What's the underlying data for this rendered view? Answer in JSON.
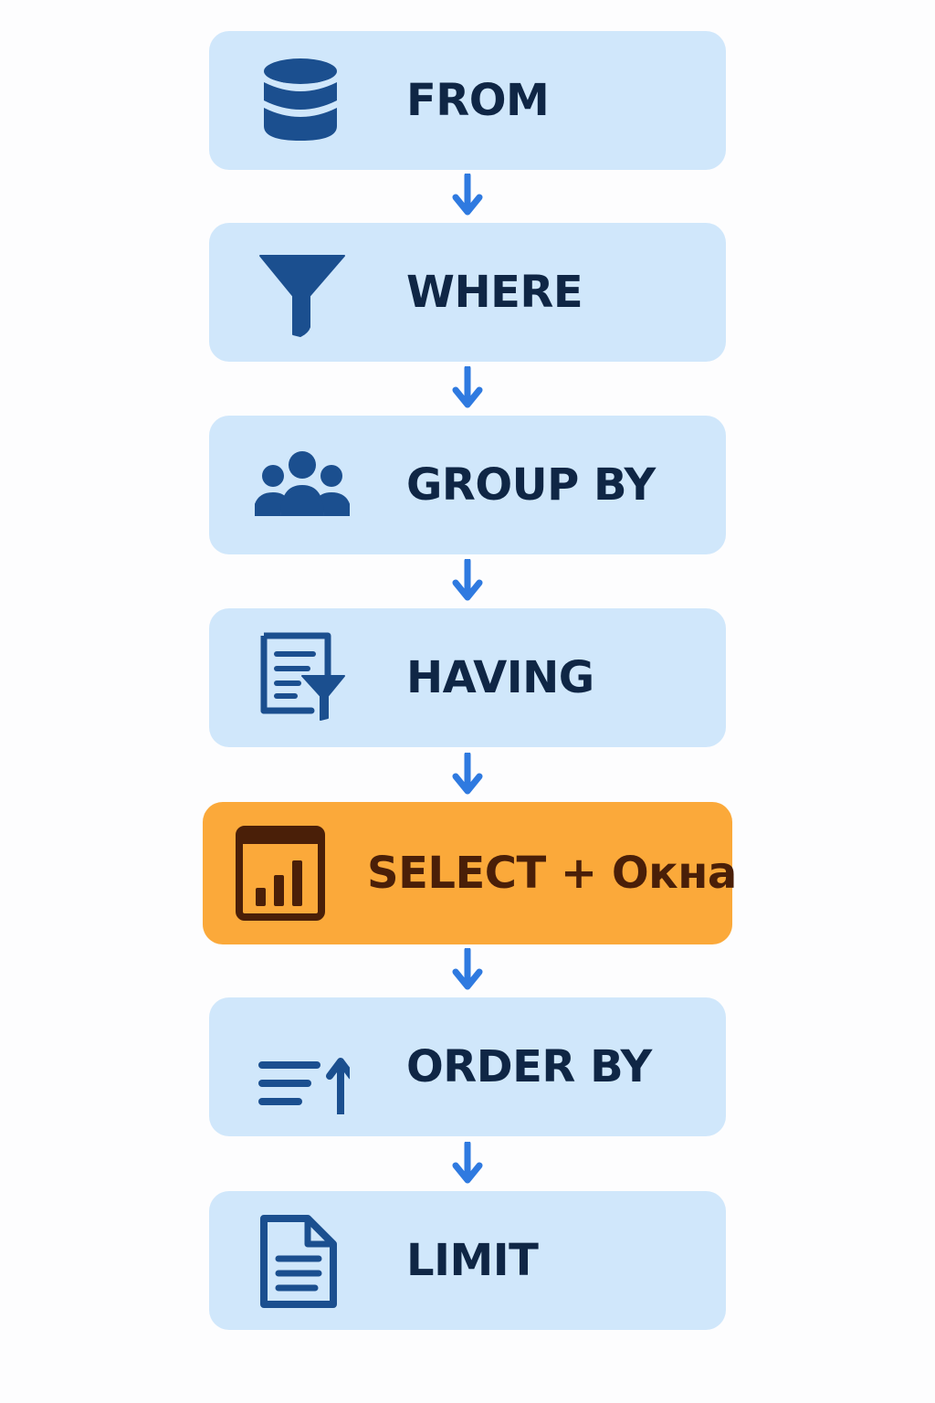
{
  "colors": {
    "box_fill": "#d0e7fb",
    "box_text": "#0f2645",
    "icon": "#1b4f8f",
    "arrow": "#2f7ae0",
    "highlight_fill": "#fba93a",
    "highlight_text": "#4a1f08"
  },
  "steps": [
    {
      "label": "FROM",
      "icon": "database-icon"
    },
    {
      "label": "WHERE",
      "icon": "filter-funnel-icon"
    },
    {
      "label": "GROUP BY",
      "icon": "group-users-icon"
    },
    {
      "label": "HAVING",
      "icon": "document-filter-icon"
    },
    {
      "label": "SELECT + Окна",
      "icon": "bar-chart-window-icon",
      "highlighted": true
    },
    {
      "label": "ORDER BY",
      "icon": "sort-ascending-icon"
    },
    {
      "label": "LIMIT",
      "icon": "document-lines-icon"
    }
  ]
}
